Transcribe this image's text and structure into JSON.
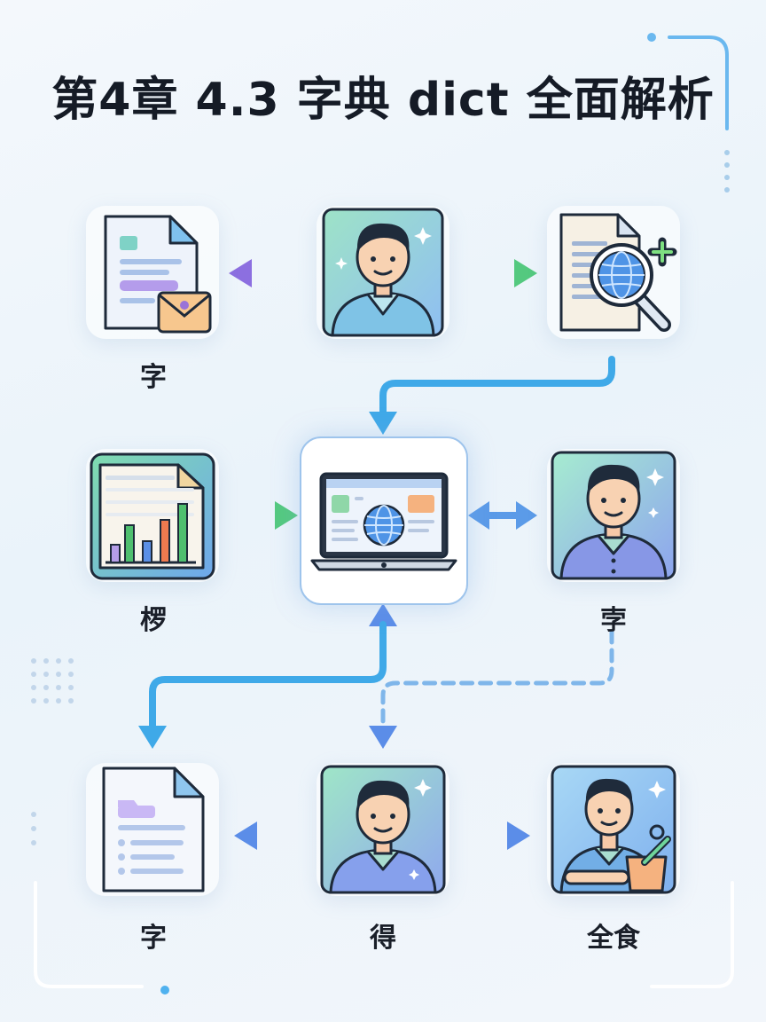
{
  "title": "第4章 4.3 字典 dict 全面解析",
  "nodes": {
    "top_left": {
      "label": "字",
      "icon": "document-envelope-icon"
    },
    "top_center": {
      "icon": "person-avatar-icon"
    },
    "top_right": {
      "icon": "document-search-globe-icon"
    },
    "mid_left": {
      "label": "椤",
      "icon": "bar-chart-document-icon"
    },
    "center": {
      "icon": "laptop-globe-icon"
    },
    "mid_right": {
      "label": "孛",
      "icon": "person-avatar-icon"
    },
    "bottom_left": {
      "label": "字",
      "icon": "document-icon"
    },
    "bottom_center": {
      "label": "得",
      "icon": "person-avatar-icon"
    },
    "bottom_right": {
      "label": "全食",
      "icon": "person-with-box-icon"
    }
  },
  "colors": {
    "blue_arrow": "#3fa9e8",
    "green_arrow": "#5fd08a",
    "purple_arrow": "#9a7ee6",
    "outline": "#1e2a3a"
  }
}
